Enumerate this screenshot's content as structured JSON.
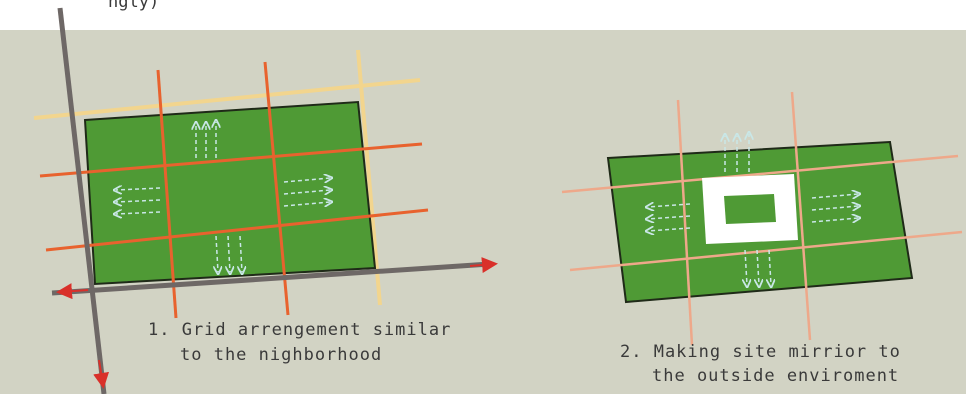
{
  "top_fragment": "ngly)",
  "diagram_1": {
    "caption_line1": "1. Grid arrengement similar",
    "caption_line2": "to the nighborhood"
  },
  "diagram_2": {
    "caption_line1": "2. Making site mirrior to",
    "caption_line2": "the outside enviroment"
  },
  "colors": {
    "background": "#d2d3c4",
    "site_fill": "#4f9a35",
    "site_border": "#1f2a18",
    "road": "#6e6866",
    "road_arrow": "#d9302a",
    "grid_line_strong": "#e8622e",
    "grid_line_light": "#eea88a",
    "grid_line_yellow": "#f2d58e",
    "arrow": "#c9e7e7",
    "courtyard": "#ffffff"
  }
}
